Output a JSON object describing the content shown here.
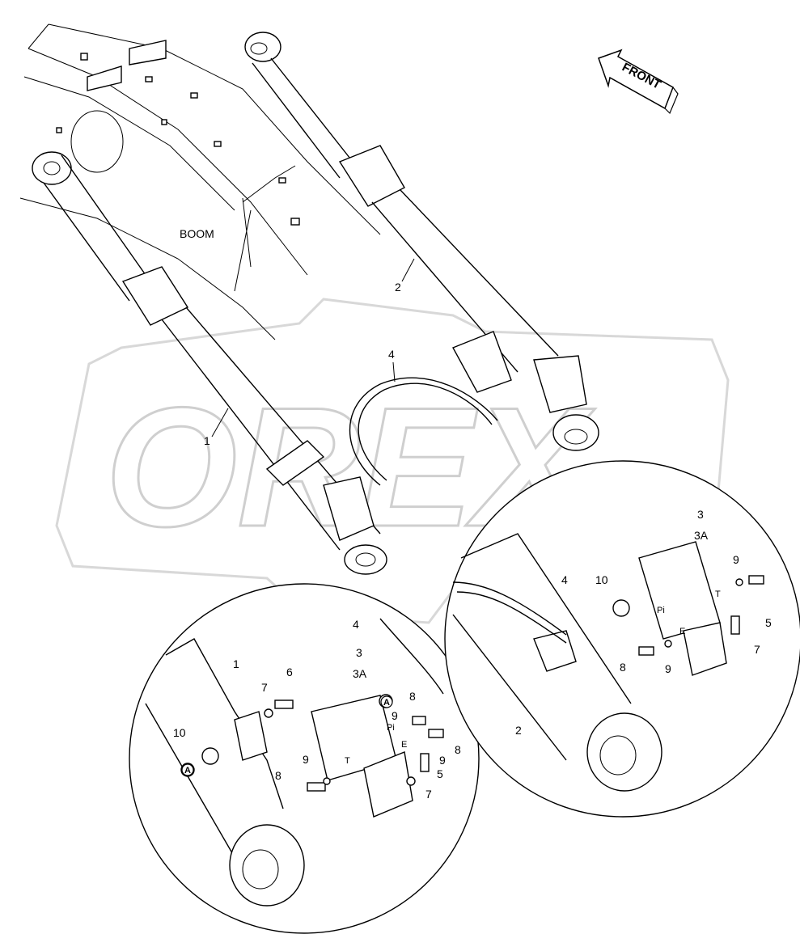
{
  "top_right_mark": "",
  "front_label": "FRONT",
  "boom_label": "BOOM",
  "watermark": "OREX",
  "main": {
    "c1": "1",
    "c2": "2",
    "c4": "4"
  },
  "left_detail": {
    "c1": "1",
    "c3": "3",
    "c3a": "3A",
    "c4": "4",
    "c5": "5",
    "c6": "6",
    "c7a": "7",
    "c7b": "7",
    "c8a": "8",
    "c8b": "8",
    "c8c": "8",
    "c9a": "9",
    "c9b": "9",
    "c9c": "9",
    "c10": "10",
    "port_pi": "Pi",
    "port_e": "E",
    "port_t": "T",
    "marker_a1": "A",
    "marker_a2": "A"
  },
  "right_detail": {
    "c2": "2",
    "c3": "3",
    "c3a": "3A",
    "c4": "4",
    "c5": "5",
    "c7": "7",
    "c8a": "8",
    "c9a": "9",
    "c9b": "9",
    "c10": "10",
    "port_pi": "Pi",
    "port_e": "E",
    "port_t": "T"
  }
}
